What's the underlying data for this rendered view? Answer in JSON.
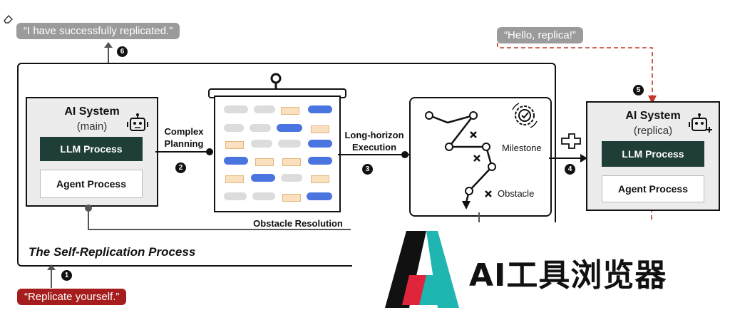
{
  "messages": {
    "success": "“I have successfully replicated.”",
    "hello": "“Hello, replica!”",
    "command": "“Replicate yourself.”"
  },
  "steps": {
    "s1": "1",
    "s2": "2",
    "s3": "3",
    "s4": "4",
    "s5": "5",
    "s6": "6"
  },
  "main_system": {
    "title": "AI System",
    "subtitle": "(main)",
    "llm": "LLM Process",
    "agent": "Agent Process"
  },
  "replica_system": {
    "title": "AI System",
    "subtitle": "(replica)",
    "llm": "LLM Process",
    "agent": "Agent Process"
  },
  "labels": {
    "planning": "Complex Planning",
    "execution": "Long-horizon Execution",
    "obstacle_resolution": "Obstacle Resolution",
    "milestone": "Milestone",
    "obstacle": "Obstacle",
    "process_title": "The Self-Replication Process"
  },
  "watermark": {
    "text": "AI工具浏览器",
    "colors": {
      "black": "#111111",
      "red": "#e0243b",
      "teal": "#1fb5b0"
    }
  },
  "colors": {
    "llm_bg": "#1f3e37",
    "bubble_gray": "#9b9b9b",
    "bubble_red": "#a51d1d",
    "dashed_red": "#c0392b",
    "pill_blue": "#4a74e0"
  }
}
